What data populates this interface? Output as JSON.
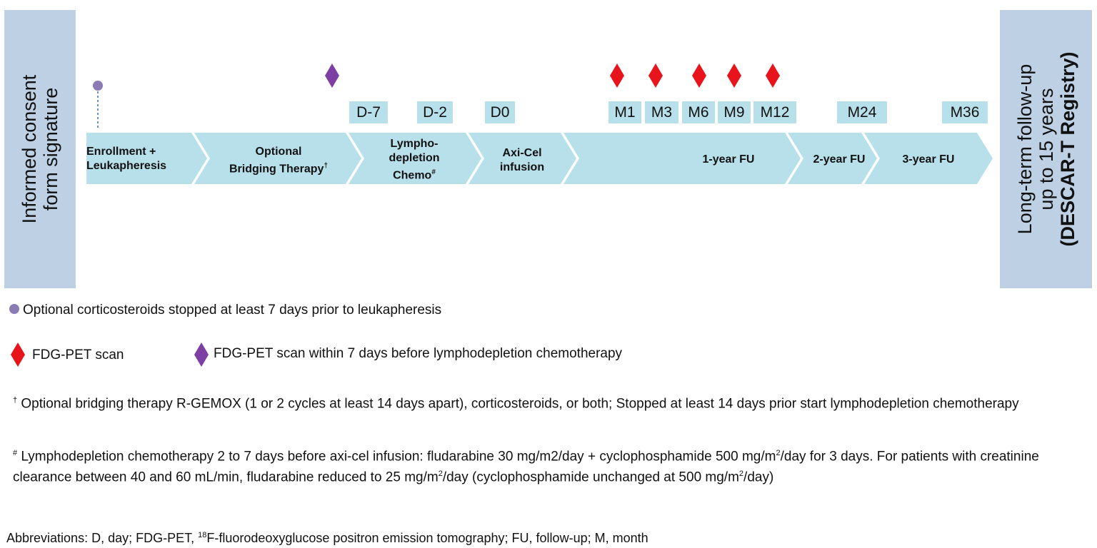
{
  "left_box": {
    "text": "Informed consent form signature",
    "line1": "Informed consent",
    "line2": "form signature"
  },
  "right_box": {
    "line1": "Long-term follow-up",
    "line2": "up to 15 years",
    "line3": "(DESCAR-T Registry)"
  },
  "phases": [
    {
      "id": "enrollment",
      "lines": [
        "Enrollment +",
        "Leukapheresis"
      ]
    },
    {
      "id": "bridging",
      "lines": [
        "Optional",
        "Bridging Therapy"
      ],
      "sup": "†"
    },
    {
      "id": "lymphodepletion",
      "lines": [
        "Lympho-",
        "depletion",
        "Chemo"
      ],
      "sup": "#"
    },
    {
      "id": "axicel",
      "lines": [
        "Axi-Cel",
        "infusion"
      ]
    },
    {
      "id": "fu1",
      "lines": [
        "1-year FU"
      ]
    },
    {
      "id": "fu2",
      "lines": [
        "2-year FU"
      ]
    },
    {
      "id": "fu3",
      "lines": [
        "3-year FU"
      ]
    }
  ],
  "timepoints": [
    "D-7",
    "D-2",
    "D0",
    "M1",
    "M3",
    "M6",
    "M9",
    "M12",
    "M24",
    "M36"
  ],
  "pet_scan_timepoints": [
    "M1",
    "M3",
    "M6",
    "M9",
    "M12"
  ],
  "colors": {
    "arrow": "#b8e0ea",
    "side_box": "#bed0e4",
    "circle": "#8c7ab5",
    "red_diamond": "#e8141c",
    "purple_diamond": "#7d3fa3"
  },
  "legend": {
    "circle_text": "Optional corticosteroids stopped at least 7 days prior to leukapheresis",
    "red_text": "FDG-PET scan",
    "purple_text": "FDG-PET scan within 7 days before lymphodepletion chemotherapy"
  },
  "notes": {
    "dagger_mark": "†",
    "dagger_text": "Optional bridging therapy R-GEMOX (1 or 2 cycles at least 14 days apart), corticosteroids, or both; Stopped at least 14 days prior start lymphodepletion chemotherapy",
    "hash_mark": "#",
    "hash_p1": "Lymphodepletion chemotherapy 2 to 7 days before axi-cel infusion: fludarabine 30 mg/m2/day + cyclophosphamide 500 mg/m",
    "hash_p2": "/day for 3 days. For patients with creatinine clearance between 40 and 60 mL/min, fludarabine reduced to 25 mg/m",
    "hash_p3": "/day (cyclophosphamide unchanged at 500 mg/m",
    "hash_p4": "/day)",
    "sup2": "2",
    "abbr_p1": "Abbreviations: D, day; FDG-PET, ",
    "abbr_sup": "18",
    "abbr_p2": "F-fluorodeoxyglucose positron emission tomography; FU, follow-up; M, month"
  }
}
